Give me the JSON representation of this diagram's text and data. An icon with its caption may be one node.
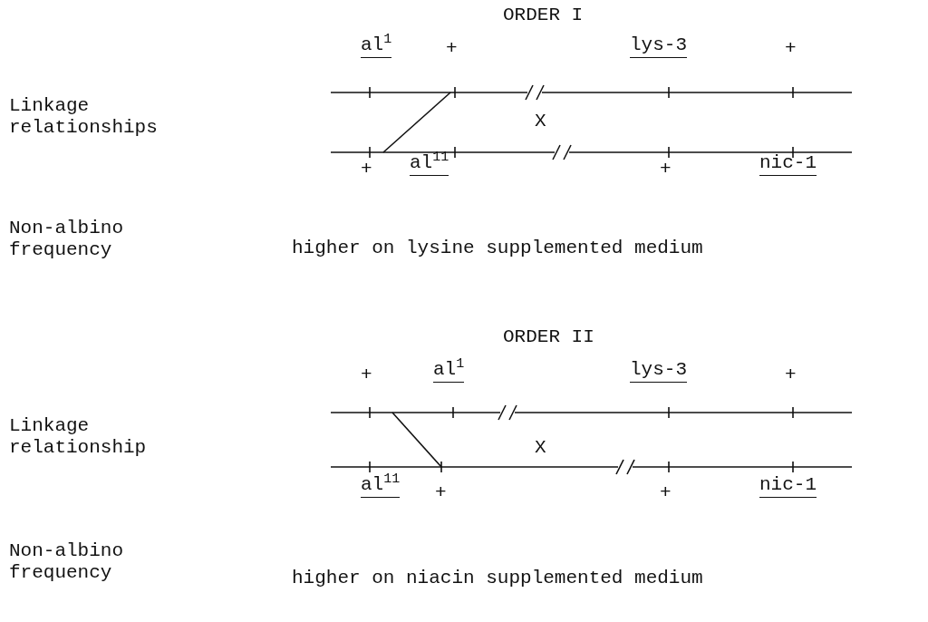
{
  "diagram": {
    "labels": [
      "ORDER I",
      "al$^{1}$",
      "+",
      "lys-3",
      "+",
      "Linkage relationships",
      "X",
      "+",
      "al$^{11}$",
      "+",
      "nic-1",
      "Non-albino frequency",
      "higher on lysine supplemented medium",
      "ORDER II",
      "+",
      "al$^{1}$",
      "lys-3",
      "+",
      "Linkage relationship",
      "X",
      "al$^{11}$",
      "+",
      "+",
      "nic-1",
      "Non-albino frequency",
      "higher on niacin supplemented medium"
    ]
  }
}
